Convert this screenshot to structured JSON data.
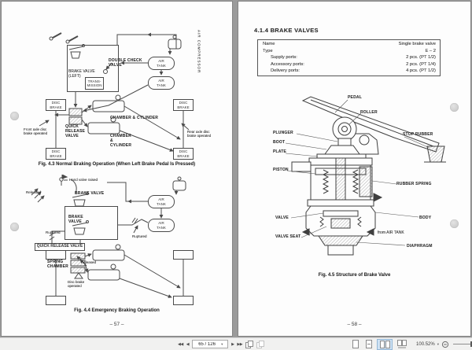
{
  "colors": {
    "viewer_background": "#9b9b9b",
    "page_background": "#fdfdfd",
    "toolbar_background": "#f1f1f0",
    "active_view_highlight": "#cfe3f5",
    "ink": "#343434"
  },
  "left_page": {
    "shared": {
      "air_tank": "AIR\nTANK",
      "disc_brake": "DISC\nBRAKE"
    },
    "fig43": {
      "brake_valve_left": "BRAKE VALVE\n(LEFT)",
      "transmission": "TRANS-\nMISSION",
      "double_check_valve": "DOUBLE CHECK\nVALVE",
      "air_compressor": "AIR COMPRESSOR",
      "quick_release_valve": "QUICK\nRELEASE\nVALVE",
      "chamber_cylinder_inline": "CHAMBER & CYLINDER",
      "chamber_cylinder_stack": "CHAMBER\n&\nCYLINDER",
      "front_axle_note": "Front axle disc\nbrake operated",
      "rear_axle_note": "Rear axle disc\nbrake operated",
      "caption": "Fig. 4.3   Normal Braking Operation   (When Left Brake Pedal Is Pressed)"
    },
    "fig44": {
      "hand_valve_raised": "Hand valve raised",
      "released": "Released",
      "brake_valve_inline": "BRAKE VALVE",
      "brake_valve_stack": "BRAKE\nVALVE",
      "ruptured": "Ruptured",
      "quick_release_valve_boxed": "QUICK RELEASE VALVE",
      "spring_chamber": "SPRING\nCHAMBER",
      "disc_brake_operated": "Disc brake\noperated",
      "caption": "Fig. 4.4   Emergency Braking Operation"
    },
    "page_number": "– 57 –"
  },
  "right_page": {
    "section_title": "4.1.4  BRAKE VALVES",
    "spec_table": {
      "rows": [
        {
          "label": "Name",
          "value": "Single brake valve"
        },
        {
          "label": "Type",
          "value": "E – 2"
        },
        {
          "label": "Supply ports:",
          "value": "2 pcs.  (PT 1/2)"
        },
        {
          "label": "Accessory ports:",
          "value": "2 pcs.  (PT 1/4)"
        },
        {
          "label": "Delivery ports:",
          "value": "4 pcs.  (PT 1/2)"
        }
      ]
    },
    "fig45": {
      "pedal": "PEDAL",
      "roller": "ROLLER",
      "stop_rubber": "STOP RUBBER",
      "plunger": "PLUNGER",
      "boot": "BOOT",
      "plate": "PLATE",
      "piston": "PISTON",
      "rubber_spring": "RUBBER SPRING",
      "valve": "VALVE",
      "body": "BODY",
      "valve_seat": "VALVE SEAT",
      "from_air_tank": "from AIR TANK",
      "diaphragm": "DIAPHRAGM",
      "caption": "Fig. 4.5   Structure of Brake Valve"
    },
    "page_number": "– 58 –"
  },
  "toolbar": {
    "page_field": "65 / 126",
    "zoom_level": "100.52%",
    "icons": {
      "first_page": "◀◀",
      "prev_page": "◀",
      "next_page": "▶",
      "last_page": "▶▶",
      "dropdown": "▾"
    }
  }
}
